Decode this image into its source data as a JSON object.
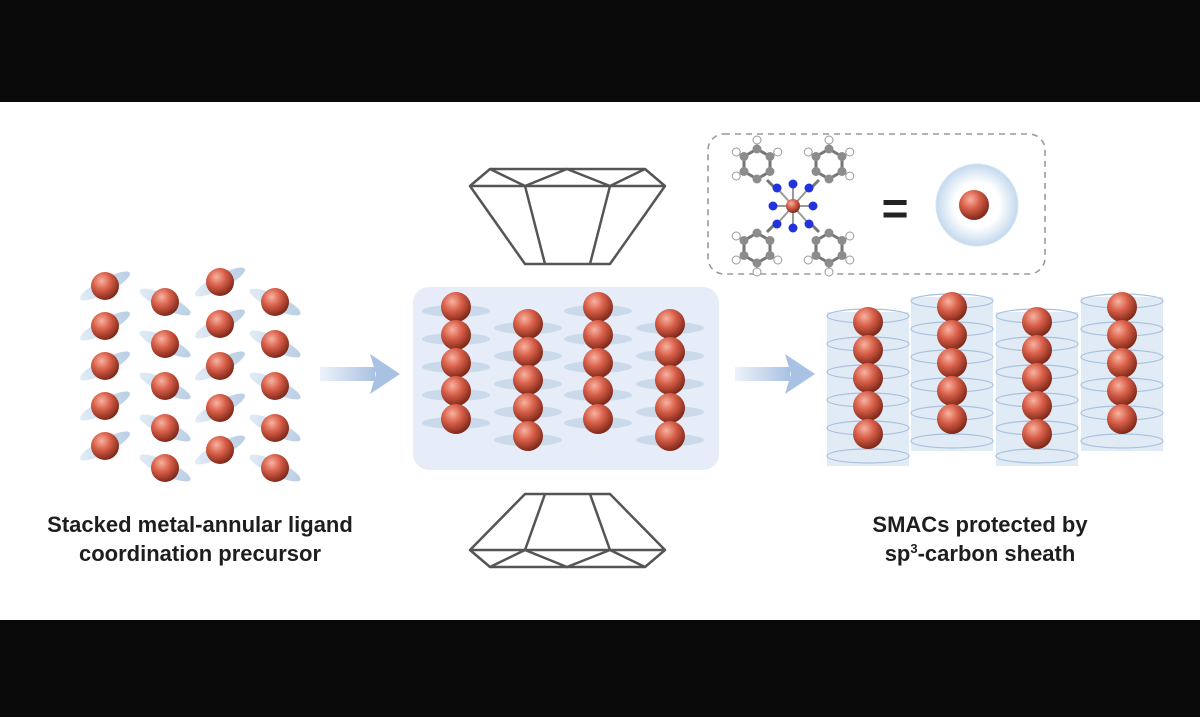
{
  "captions": {
    "left_line1": "Stacked metal-annular ligand",
    "left_line2": "coordination precursor",
    "right_line1": "SMACs protected by",
    "right_line2_prefix": "sp",
    "right_line2_sup": "3",
    "right_line2_suffix": "-carbon sheath"
  },
  "legend": {
    "equals": "="
  },
  "colors": {
    "metal_atom": "#d9604a",
    "ligand_disc": "#c9dced",
    "sheath": "#cfe0f0",
    "arrow": "#b7cbe6",
    "anvil_stroke": "#555555",
    "nitrogen": "#2233dd",
    "carbon": "#8c8c8c",
    "hydrogen": "#ffffff"
  },
  "icons": {
    "anvil_top": "diamond-anvil-icon",
    "anvil_bottom": "diamond-anvil-icon",
    "molecule": "metal-phthalocyanine-icon",
    "atom": "metal-atom-icon"
  }
}
